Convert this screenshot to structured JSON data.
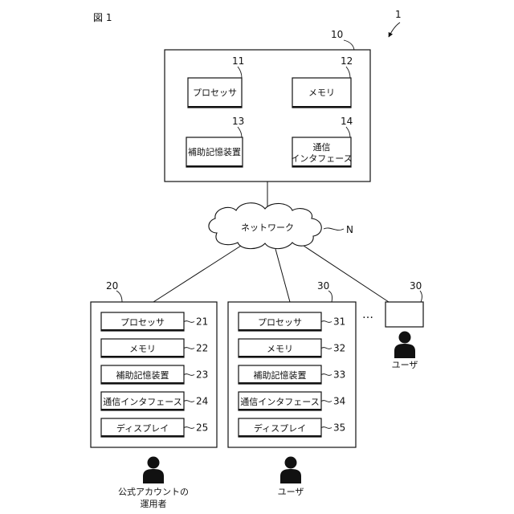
{
  "figure_label": "図 1",
  "system_ref": "1",
  "server": {
    "ref": "10",
    "components": [
      {
        "ref": "11",
        "label": "プロセッサ"
      },
      {
        "ref": "12",
        "label": "メモリ"
      },
      {
        "ref": "13",
        "label": "補助記憶装置"
      },
      {
        "ref": "14",
        "label_line1": "通信",
        "label_line2": "インタフェース"
      }
    ]
  },
  "network": {
    "label": "ネットワーク",
    "ref": "N"
  },
  "operator_terminal": {
    "ref": "20",
    "components": [
      {
        "ref": "21",
        "label": "プロセッサ"
      },
      {
        "ref": "22",
        "label": "メモリ"
      },
      {
        "ref": "23",
        "label": "補助記憶装置"
      },
      {
        "ref": "24",
        "label": "通信インタフェース"
      },
      {
        "ref": "25",
        "label": "ディスプレイ"
      }
    ],
    "person_label_line1": "公式アカウントの",
    "person_label_line2": "運用者"
  },
  "user_terminal": {
    "ref": "30",
    "components": [
      {
        "ref": "31",
        "label": "プロセッサ"
      },
      {
        "ref": "32",
        "label": "メモリ"
      },
      {
        "ref": "33",
        "label": "補助記憶装置"
      },
      {
        "ref": "34",
        "label": "通信インタフェース"
      },
      {
        "ref": "35",
        "label": "ディスプレイ"
      }
    ],
    "person_label": "ユーザ"
  },
  "other_user_terminal": {
    "ref": "30",
    "person_label": "ユーザ"
  },
  "ellipsis": "…"
}
